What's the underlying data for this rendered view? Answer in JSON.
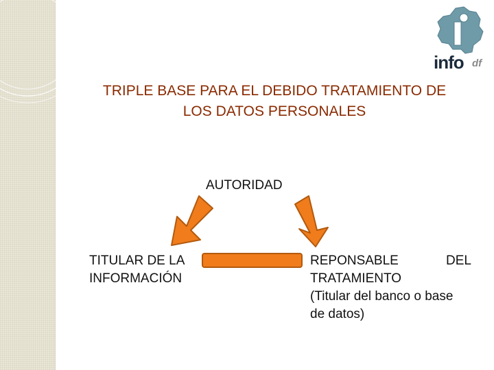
{
  "logo": {
    "text": "info",
    "suffix": "df"
  },
  "title": {
    "line1": "TRIPLE BASE PARA EL DEBIDO TRATAMIENTO DE",
    "line2": "LOS DATOS PERSONALES"
  },
  "nodes": {
    "top": "AUTORIDAD",
    "left": {
      "line1": "TITULAR DE LA",
      "line2": "INFORMACIÓN"
    },
    "right": {
      "line1a": "REPONSABLE",
      "line1b": "DEL",
      "line2": "TRATAMIENTO",
      "line3": "(Titular del banco o base",
      "line4": "de datos)"
    }
  },
  "colors": {
    "title": "#8a2a00",
    "arrow_fill": "#f07c1c",
    "arrow_stroke": "#b25a0e",
    "logo_shape": "#6f9aa8"
  }
}
